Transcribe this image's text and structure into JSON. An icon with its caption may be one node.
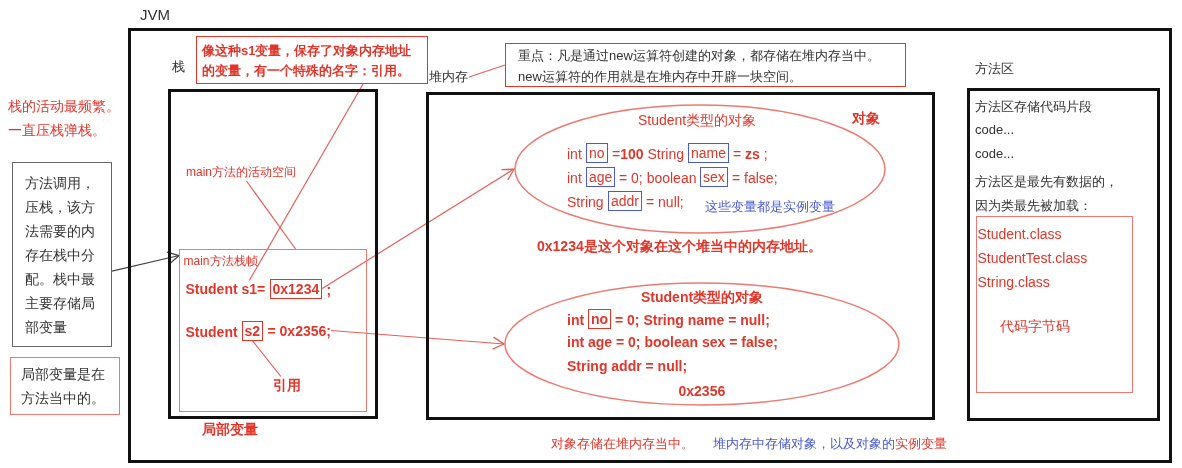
{
  "diagram": {
    "nodes": [
      {
        "text": [
          "JVM"
        ]
      },
      {
        "text": [
          "栈"
        ],
        "in": 0
      },
      {
        "text": [
          "main方法栈帧",
          ";",
          "Student"
        ],
        "in": 1
      },
      {
        "text": [
          "Student s1="
        ],
        "in": 2
      },
      {
        "text": [
          "0x1234"
        ],
        "in": 2
      },
      {
        "text": [
          "s2"
        ],
        "in": 2
      },
      {
        "text": [
          "= 0x2356;"
        ],
        "in": 2
      },
      {
        "text": [
          "引用"
        ],
        "in": 2
      },
      {
        "text": [
          "main方法的活动空间"
        ],
        "in": 1
      },
      {
        "text": [
          "像这种s1变量，保存了对象内存地址的变量，有一个特殊的名字：引用。"
        ],
        "in": 0
      },
      {
        "text": [
          "堆内存"
        ],
        "in": 0
      },
      {
        "text": [
          "重点：凡是通过new运算符创建的对象，都存储在堆内存当中。 new运算符的作用就是在堆内存中开辟一块空间。"
        ],
        "in": 0
      },
      {
        "text": [
          "Student类型的对象",
          "int",
          "=**100** String",
          "= **zs**  ;",
          "int",
          "= 0; boolean",
          "= false;",
          "String",
          "= null;"
        ],
        "in": 10
      },
      {
        "text": [
          "no"
        ],
        "in": 12
      },
      {
        "text": [
          "name"
        ],
        "in": 12
      },
      {
        "text": [
          "age"
        ],
        "in": 12
      },
      {
        "text": [
          "sex"
        ],
        "in": 12
      },
      {
        "text": [
          "addr"
        ],
        "in": 12
      },
      {
        "text": [
          "Student类型的对象",
          "int",
          "= 0;  String name = null;",
          "int age = 0; boolean sex = false;",
          "String addr = null;",
          "0x2356"
        ],
        "in": 10
      },
      {
        "text": [
          "no"
        ],
        "in": 18
      },
      {
        "text": [
          "方法区",
          "方法区存储代码片段",
          "code...",
          "code...",
          "方法区是最先有数据的，因为类最先被加载："
        ],
        "in": 0
      },
      {
        "text": [
          "Student.class",
          "StudentTest.class",
          "String.class",
          "代码字节码"
        ],
        "in": 20
      },
      {
        "text": [
          "方法调用，压栈，该方法需要的内存在栈中分配。栈中最主要存储局部变量"
        ]
      },
      {
        "text": [
          "局部变量是在方法当中的。"
        ]
      }
    ],
    "edges": [
      {
        "from": 22,
        "to": 2,
        "arrow": "to",
        "color": "#444444"
      },
      {
        "from": 4,
        "to": 12,
        "arrow": "to"
      },
      {
        "from": 6,
        "to": 18,
        "arrow": "to"
      },
      {
        "from": 9,
        "to": 3,
        "arrow": "none"
      },
      {
        "from": 8,
        "to": 2,
        "arrow": "none"
      },
      {
        "from": 5,
        "to": 7,
        "arrow": "none"
      },
      {
        "from": 11,
        "to": 10,
        "arrow": "none"
      }
    ],
    "labels": [
      "栈的活动最频繁。",
      "一直压栈弹栈。",
      "局部变量",
      "对象",
      "这些变量都是实例变量",
      "0x1234是这个对象在这个堆当中的内存地址。",
      "对象存储在堆内存当中。",
      "堆内存中存储对象，以及对象的",
      "实例变量"
    ]
  }
}
